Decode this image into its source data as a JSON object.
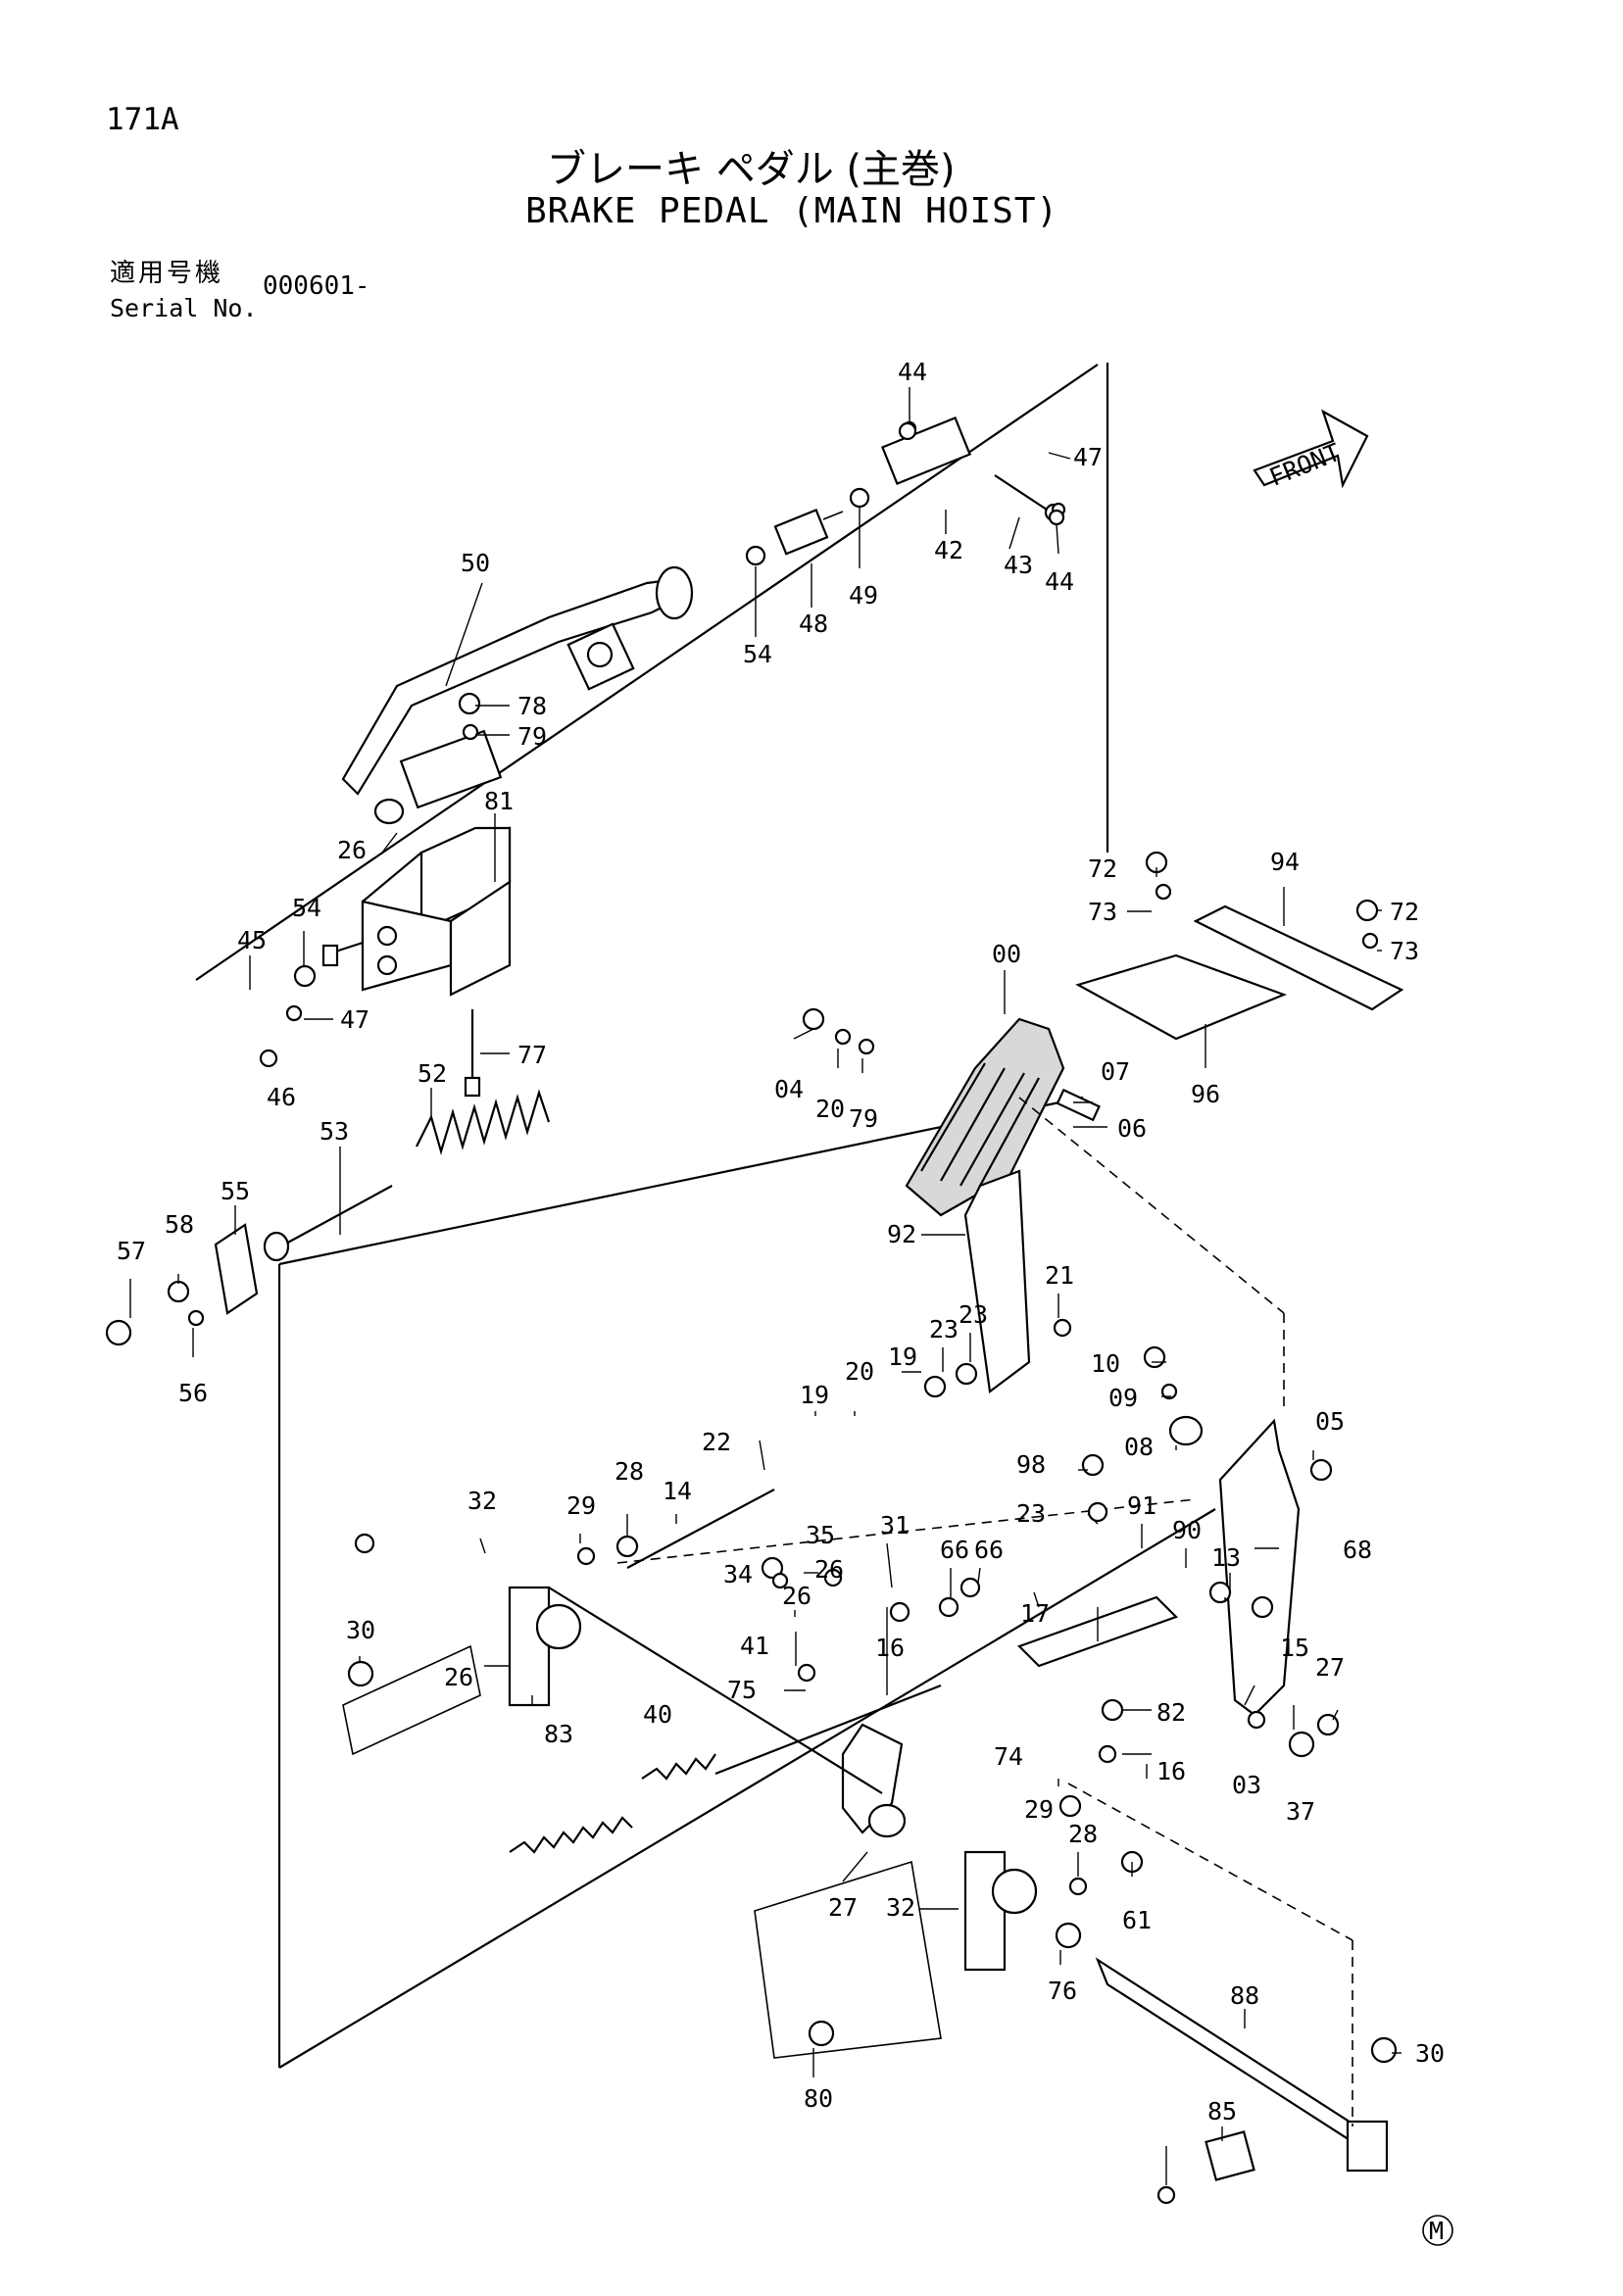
{
  "header": {
    "page_code": "171A",
    "title_jp": "ブレーキ ペダル (主巻)",
    "title_en": "BRAKE PEDAL (MAIN HOIST)",
    "serial_label_jp": "適用号機",
    "serial_label_en": "Serial No.",
    "serial_value": "000601-"
  },
  "front_label": "FRONT",
  "mark": "M",
  "callouts": [
    "44",
    "47",
    "42",
    "43",
    "44",
    "49",
    "48",
    "54",
    "50",
    "78",
    "79",
    "81",
    "26",
    "45",
    "54",
    "47",
    "46",
    "77",
    "52",
    "53",
    "55",
    "57",
    "58",
    "56",
    "72",
    "73",
    "94",
    "72",
    "73",
    "96",
    "00",
    "04",
    "20",
    "79",
    "07",
    "06",
    "92",
    "21",
    "23",
    "23",
    "19",
    "20",
    "19",
    "10",
    "09",
    "08",
    "05",
    "22",
    "28",
    "14",
    "32",
    "29",
    "98",
    "23",
    "91",
    "90",
    "13",
    "68",
    "35",
    "31",
    "34",
    "26",
    "66",
    "66",
    "17",
    "30",
    "41",
    "26",
    "16",
    "15",
    "27",
    "26",
    "75",
    "82",
    "83",
    "40",
    "74",
    "16",
    "03",
    "37",
    "29",
    "28",
    "61",
    "27",
    "32",
    "76",
    "88",
    "30",
    "80",
    "85"
  ]
}
